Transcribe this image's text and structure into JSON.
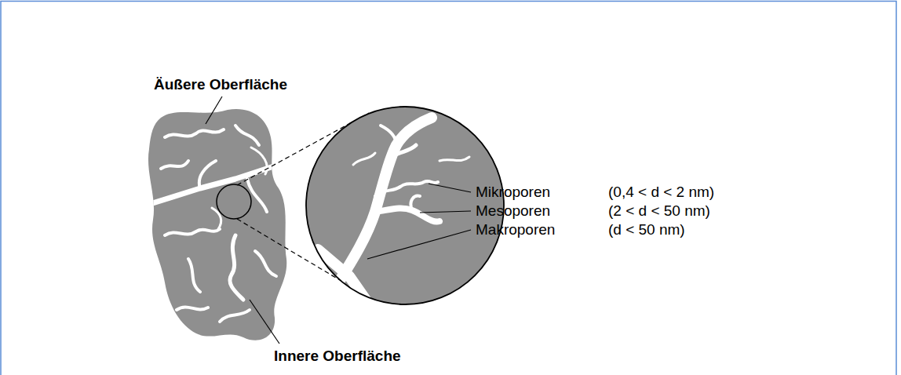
{
  "diagram": {
    "labels": [
      "Äußere Oberfläche",
      "Mikroporen",
      "(0,4 < d < 2 nm)",
      "Mesoporen",
      "(2 < d < 50 nm)",
      "Makroporen",
      "(d < 50 nm)",
      "Innere Oberfläche"
    ]
  }
}
